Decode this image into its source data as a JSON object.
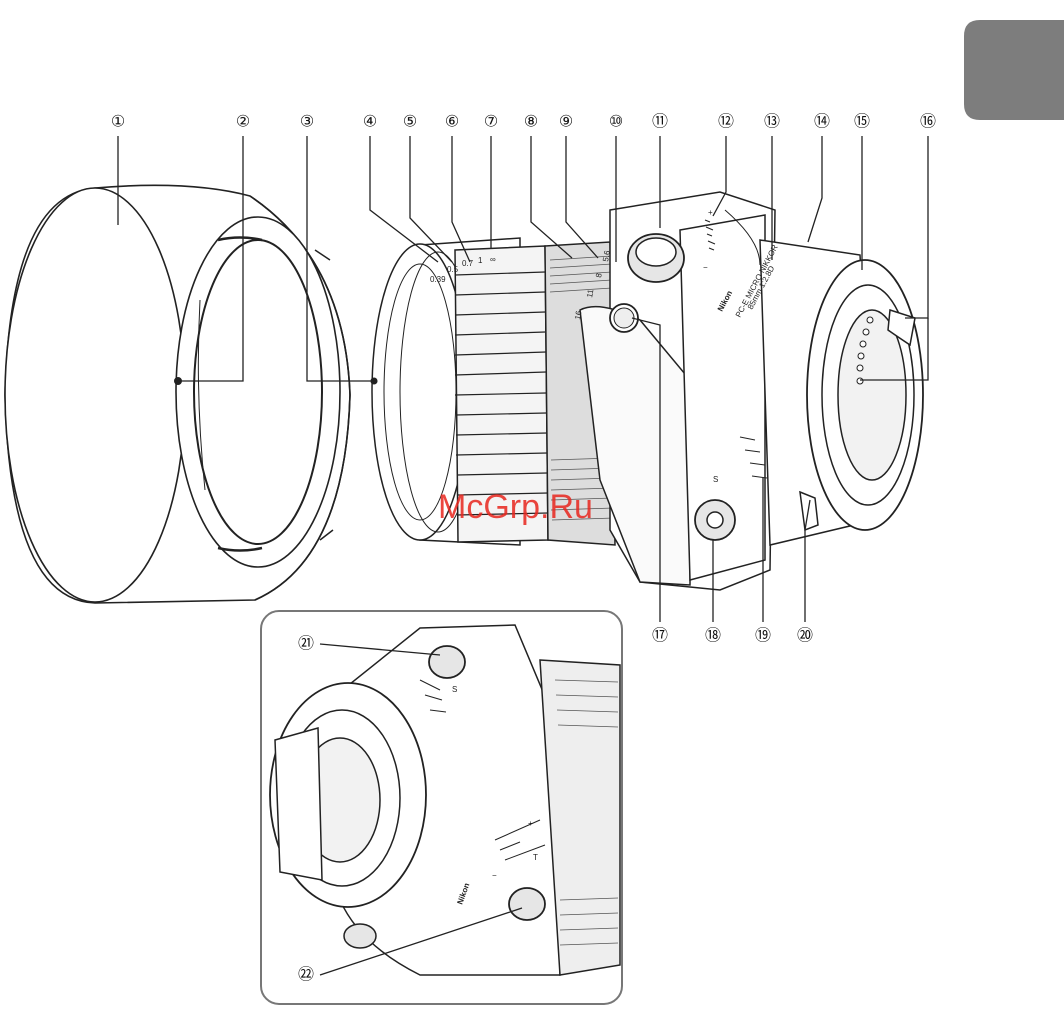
{
  "page_tab": {
    "color": "#7d7d7d"
  },
  "watermark": {
    "text": "McGrp.Ru",
    "color": "#e8261e"
  },
  "lens_markings": {
    "brand": "Nikon",
    "model_line1": "PC-E MICRO NIKKOR",
    "model_line2": "85mm 1:2.8D",
    "distance_scale": [
      "0.39",
      "0.5",
      "0.7",
      "1",
      "∞"
    ],
    "aperture_scale": [
      "16",
      "11",
      "8",
      "5.6"
    ],
    "tilt_plus": "+",
    "tilt_minus": "−",
    "shift_letter": "S",
    "tilt_letter": "T"
  },
  "callouts": {
    "c1": "①",
    "c2": "②",
    "c3": "③",
    "c4": "④",
    "c5": "⑤",
    "c6": "⑥",
    "c7": "⑦",
    "c8": "⑧",
    "c9": "⑨",
    "c10": "⑩",
    "c11": "⑪",
    "c12": "⑫",
    "c13": "⑬",
    "c14": "⑭",
    "c15": "⑮",
    "c16": "⑯",
    "c17": "⑰",
    "c18": "⑱",
    "c19": "⑲",
    "c20": "⑳",
    "c21": "㉑",
    "c22": "㉒"
  }
}
